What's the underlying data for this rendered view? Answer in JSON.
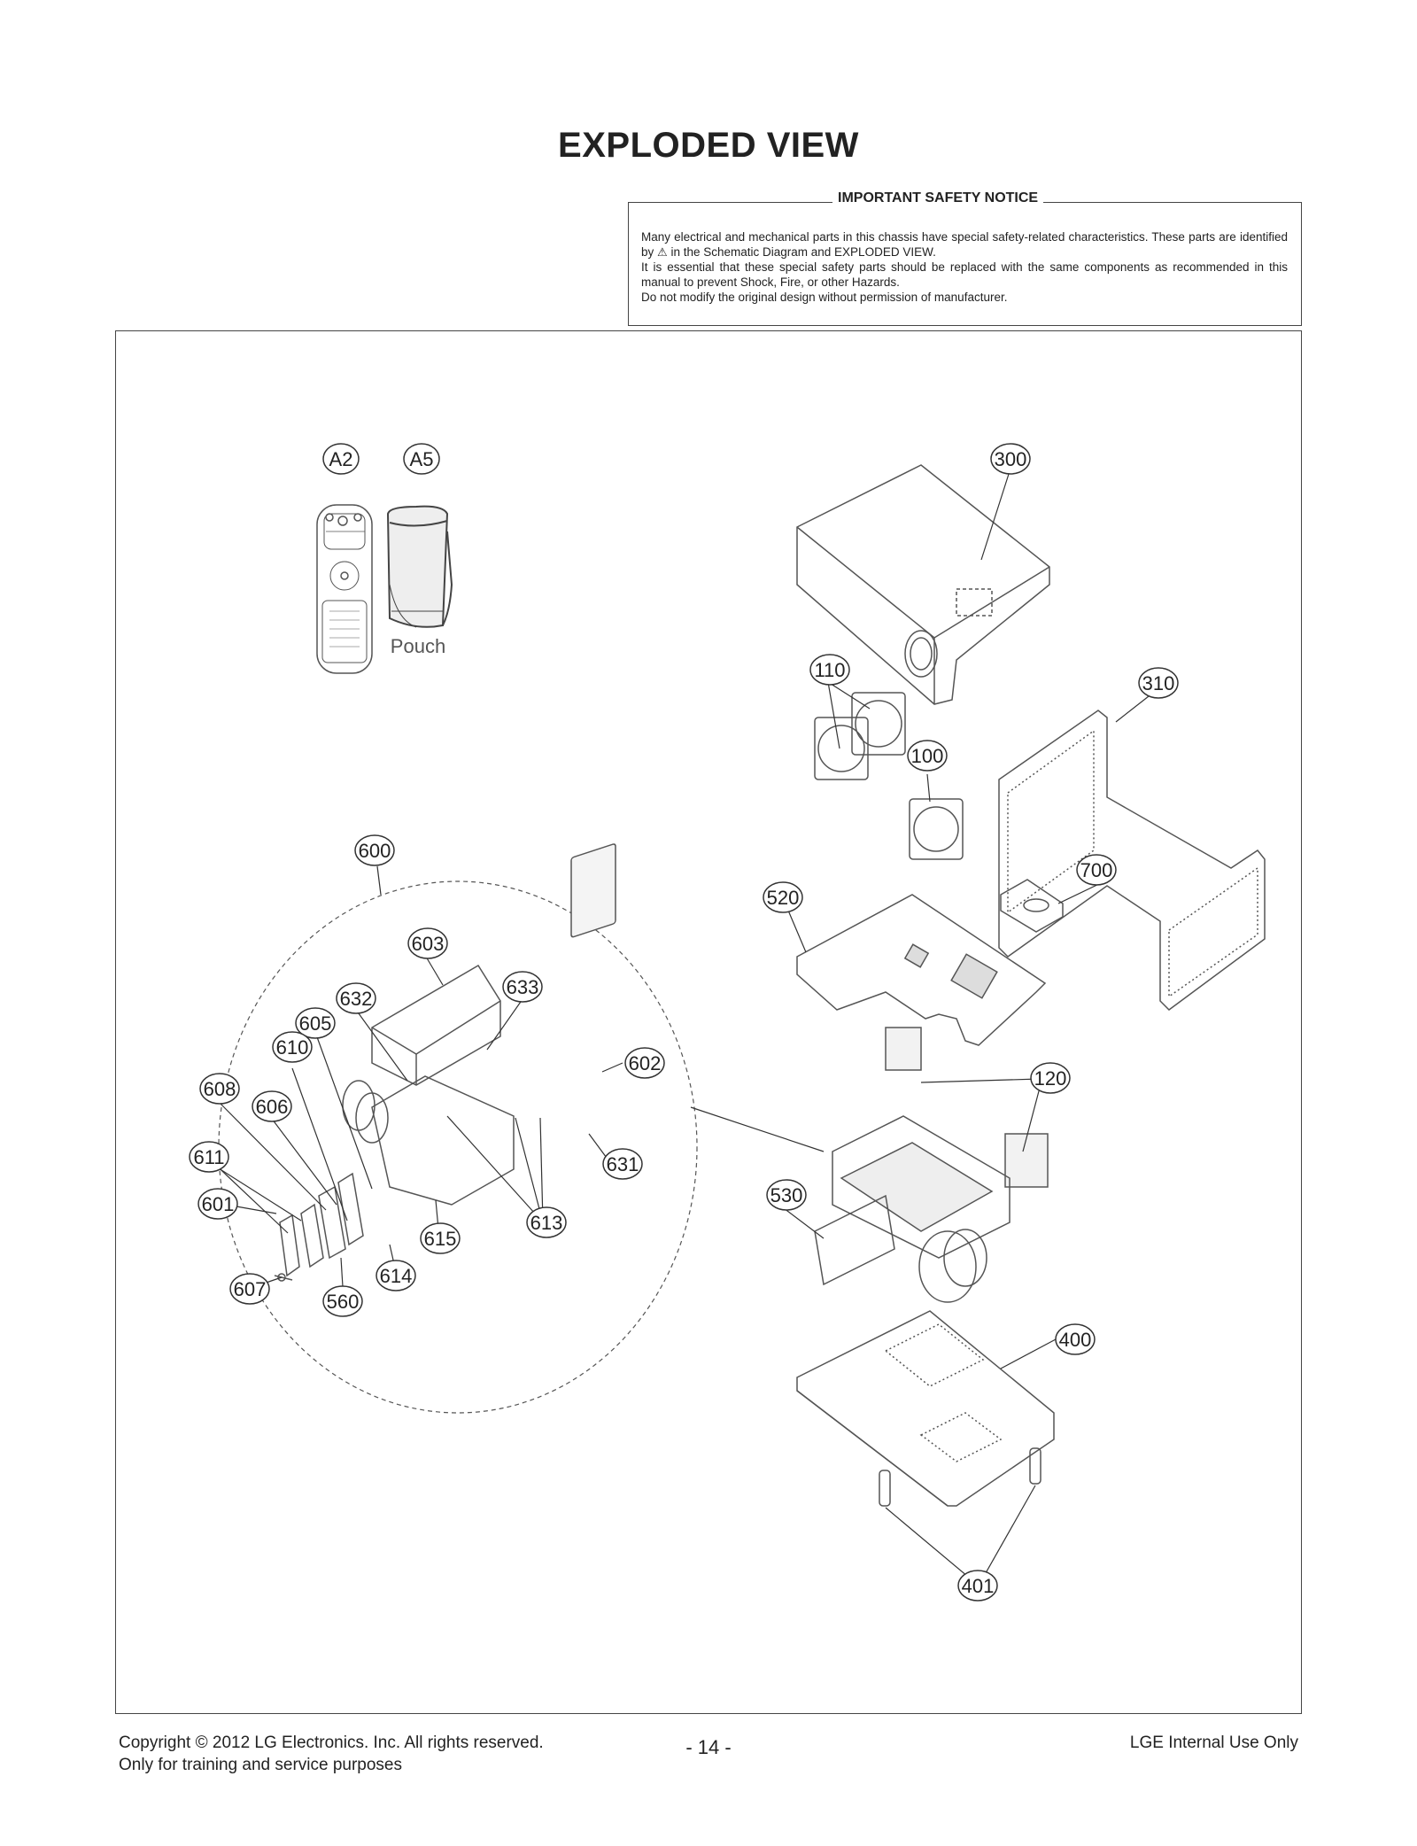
{
  "page": {
    "title": "EXPLODED VIEW"
  },
  "notice": {
    "title": "IMPORTANT SAFETY NOTICE",
    "line1a": "Many electrical and mechanical parts in this chassis have special safety-related characteristics. These parts are identified by",
    "warning_icon": "⚠",
    "line1b": "in the Schematic Diagram and EXPLODED VIEW.",
    "line2": "It is essential that these special safety parts should be replaced with the same components as recommended in this manual to prevent Shock, Fire, or other Hazards.",
    "line3": "Do not modify the original design without permission of manufacturer."
  },
  "diagram": {
    "pouch_label": "Pouch",
    "callouts": [
      "A2",
      "A5",
      "300",
      "110",
      "310",
      "100",
      "600",
      "700",
      "520",
      "603",
      "633",
      "632",
      "605",
      "610",
      "608",
      "606",
      "602",
      "120",
      "611",
      "631",
      "601",
      "530",
      "613",
      "615",
      "614",
      "607",
      "560",
      "400",
      "401"
    ]
  },
  "footer": {
    "copyright": "Copyright  © 2012  LG Electronics. Inc. All rights reserved.",
    "training": "Only for training and service purposes",
    "page_number": "- 14 -",
    "internal": "LGE Internal Use Only"
  }
}
